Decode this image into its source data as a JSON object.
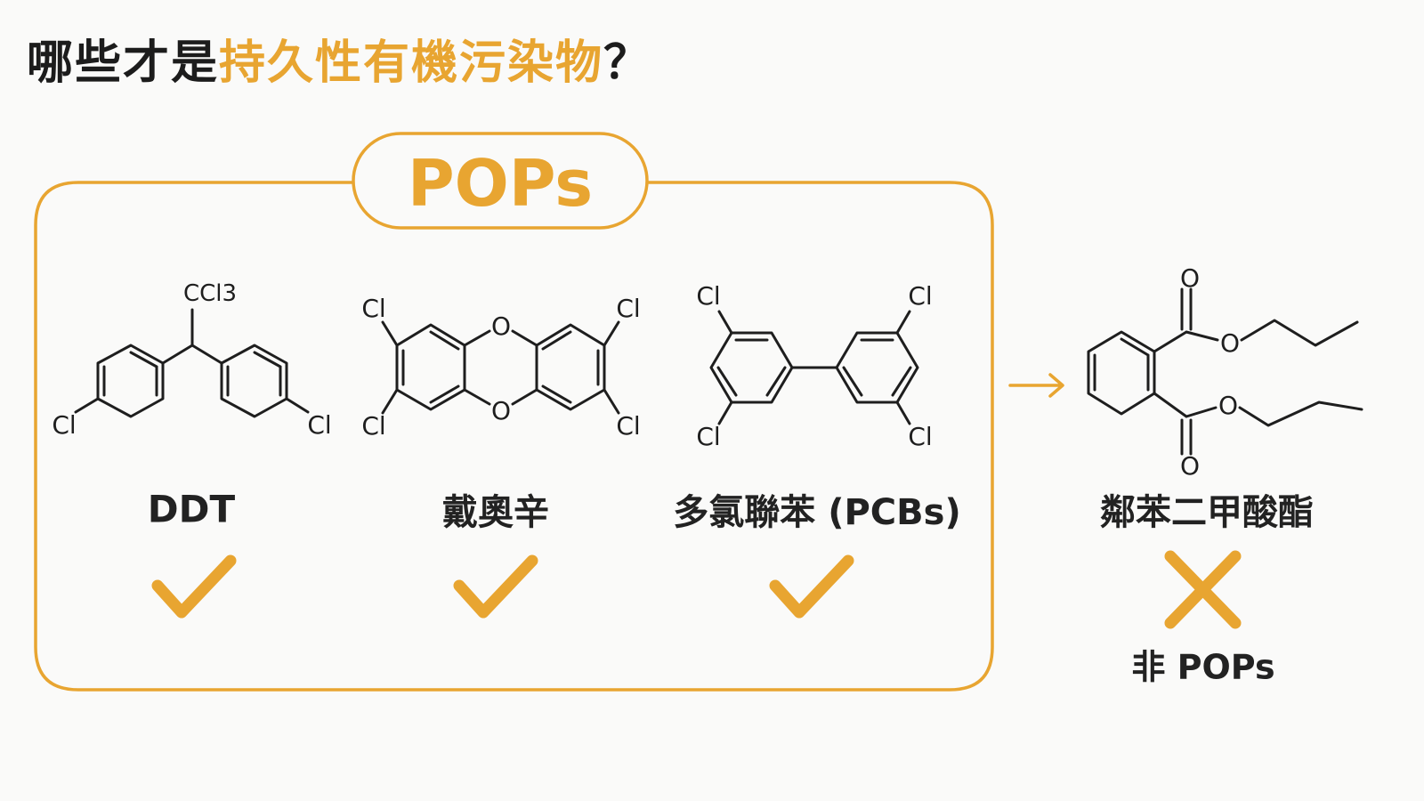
{
  "title": {
    "prefix": "哪些才是",
    "highlight": "持久性有機污染物",
    "suffix": "？"
  },
  "group": {
    "label": "POPs"
  },
  "compounds": [
    {
      "name": "DDT",
      "status": "check",
      "atoms": [
        "CCl3",
        "Cl",
        "Cl"
      ]
    },
    {
      "name": "戴奧辛",
      "status": "check",
      "atoms": [
        "Cl",
        "Cl",
        "Cl",
        "Cl",
        "O",
        "O"
      ]
    },
    {
      "name": "多氯聯苯 (PCBs)",
      "status": "check",
      "atoms": [
        "Cl",
        "Cl",
        "Cl",
        "Cl"
      ]
    },
    {
      "name": "鄰苯二甲酸酯",
      "status": "cross",
      "status_label": "非 POPs",
      "atoms": [
        "O",
        "O",
        "O",
        "O"
      ]
    }
  ],
  "colors": {
    "accent": "#e8a531",
    "ink": "#1c1c1c"
  },
  "icons": {
    "check": "check-icon",
    "cross": "cross-icon",
    "arrow": "arrow-right-icon"
  }
}
